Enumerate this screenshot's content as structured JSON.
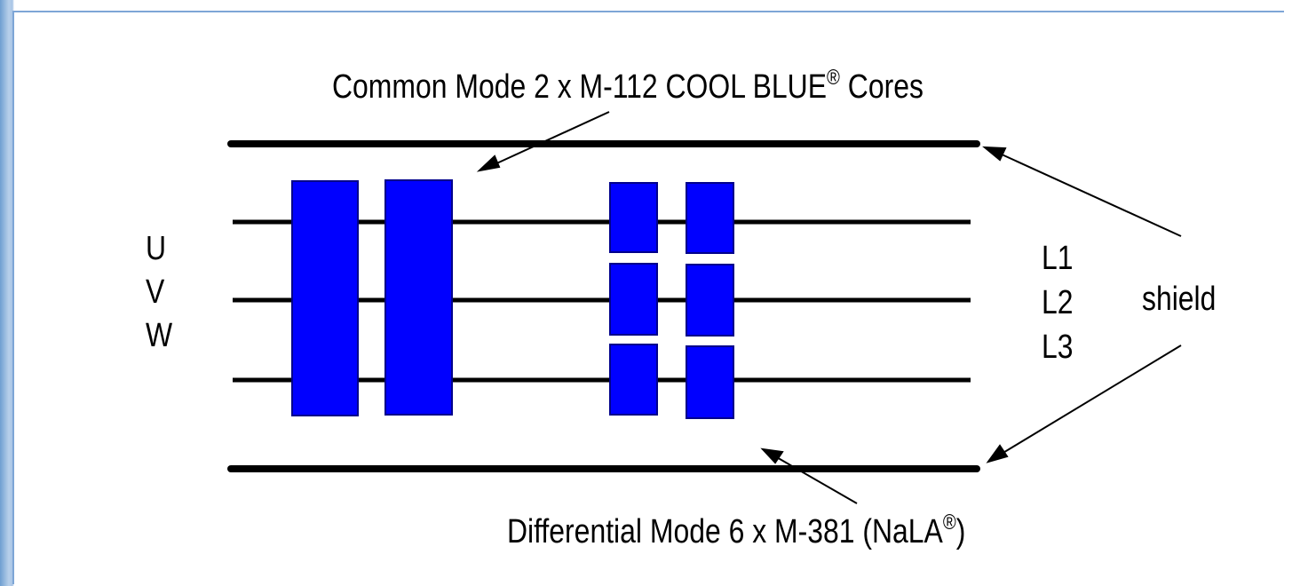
{
  "diagram": {
    "common_mode": {
      "prefix": "Common Mode  2 x M-112  COOL BLUE",
      "registered": "®",
      "suffix": " Cores"
    },
    "differential_mode": {
      "prefix": "Differential  Mode  6 x M-381 (NaLA",
      "registered": "®",
      "suffix": ")"
    },
    "input_phases": [
      "U",
      "V",
      "W"
    ],
    "output_phases": [
      "L1",
      "L2",
      "L3"
    ],
    "shield_label": "shield",
    "colors": {
      "core_fill": "#0000ff",
      "line": "#000000",
      "page_frame": "#8fb3d9"
    }
  }
}
